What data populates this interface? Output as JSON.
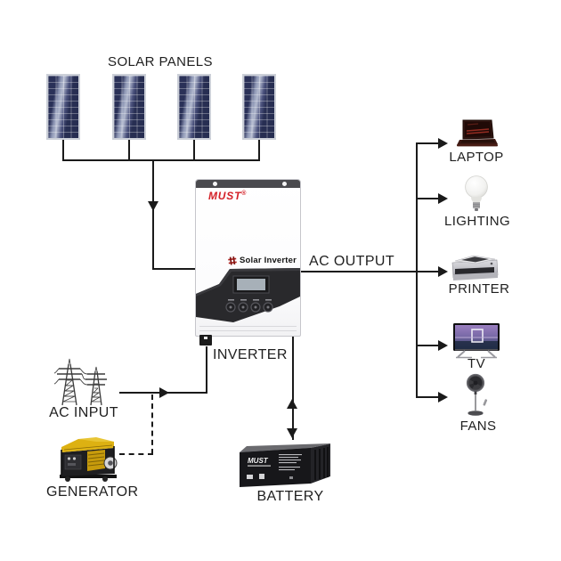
{
  "title": "Solar inverter system wiring diagram",
  "colors": {
    "line": "#1a1a1a",
    "brand_red": "#d42027",
    "panel_blue": "#272e52",
    "generator_yellow": "#ddb112",
    "background": "#ffffff"
  },
  "solar": {
    "label": "SOLAR PANELS",
    "panel_count": 4,
    "icon": "solar-panel-icon"
  },
  "inverter": {
    "label": "INVERTER",
    "brand": "MUST",
    "trademark": "®",
    "panel_label": "Solar Inverter",
    "icon": "inverter-icon"
  },
  "ac_output": {
    "label": "AC OUTPUT"
  },
  "ac_input": {
    "label": "AC INPUT",
    "icon": "power-towers-icon"
  },
  "generator": {
    "label": "GENERATOR",
    "icon": "generator-icon"
  },
  "battery": {
    "label": "BATTERY",
    "brand": "MUST",
    "icon": "battery-icon"
  },
  "devices": [
    {
      "id": "laptop",
      "label": "LAPTOP",
      "icon": "laptop-icon"
    },
    {
      "id": "lighting",
      "label": "LIGHTING",
      "icon": "light-bulb-icon"
    },
    {
      "id": "printer",
      "label": "PRINTER",
      "icon": "printer-icon"
    },
    {
      "id": "tv",
      "label": "TV",
      "icon": "tv-icon"
    },
    {
      "id": "fans",
      "label": "FANS",
      "icon": "stand-fan-icon"
    }
  ],
  "connections": [
    "solar-panels -> inverter (pv input, arrow down)",
    "ac-input-grid -> inverter (solid arrow right)",
    "generator -> ac-input line (dashed)",
    "inverter <-> battery (double arrow)",
    "inverter -> ac-output bus -> laptop, lighting, printer, tv, fans (arrows right)"
  ]
}
